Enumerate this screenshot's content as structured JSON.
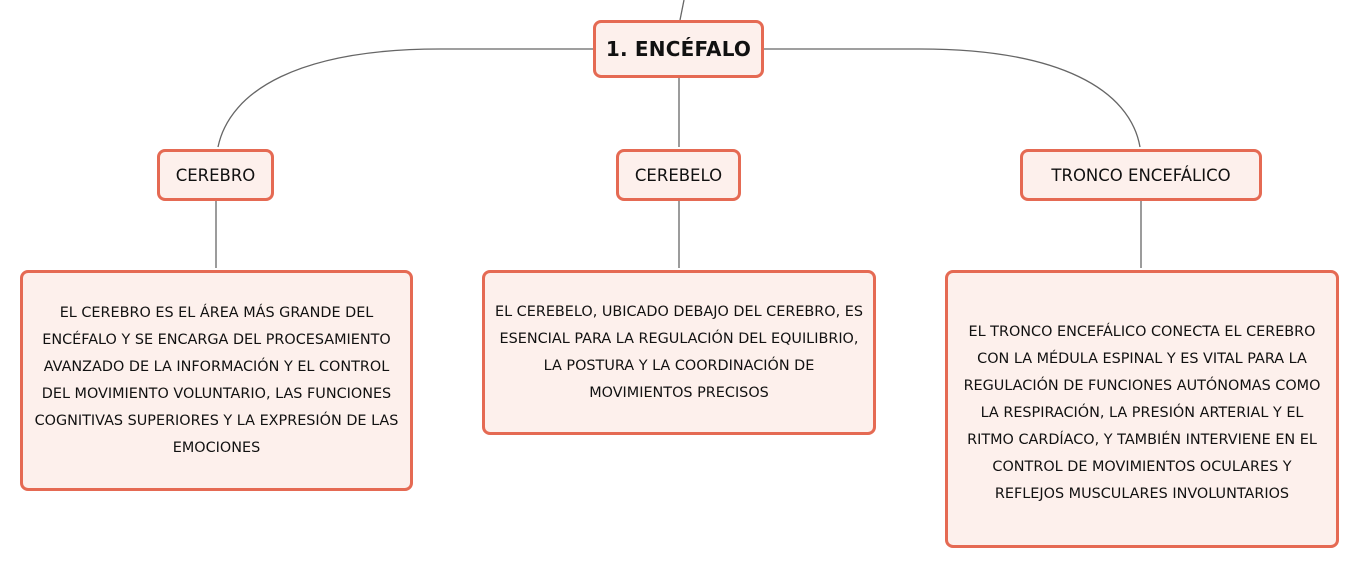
{
  "root": {
    "label": "1. ENCÉFALO"
  },
  "branches": [
    {
      "label": "CEREBRO",
      "description": "EL CEREBRO ES EL ÁREA MÁS GRANDE DEL ENCÉFALO Y SE ENCARGA DEL PROCESAMIENTO AVANZADO DE LA INFORMACIÓN Y EL CONTROL DEL MOVIMIENTO VOLUNTARIO, LAS FUNCIONES COGNITIVAS SUPERIORES Y LA EXPRESIÓN DE LAS EMOCIONES"
    },
    {
      "label": "CEREBELO",
      "description": "EL CEREBELO, UBICADO DEBAJO DEL CEREBRO, ES ESENCIAL PARA LA REGULACIÓN DEL EQUILIBRIO, LA POSTURA Y LA COORDINACIÓN DE MOVIMIENTOS PRECISOS"
    },
    {
      "label": "TRONCO ENCEFÁLICO",
      "description": "EL TRONCO ENCEFÁLICO CONECTA EL CEREBRO CON LA MÉDULA ESPINAL Y ES VITAL PARA LA REGULACIÓN DE FUNCIONES AUTÓNOMAS COMO LA RESPIRACIÓN, LA PRESIÓN ARTERIAL Y EL RITMO CARDÍACO, Y TAMBIÉN INTERVIENE EN EL CONTROL DE MOVIMIENTOS OCULARES Y REFLEJOS MUSCULARES INVOLUNTARIOS"
    }
  ],
  "colors": {
    "node_border": "#e56a53",
    "node_fill": "#fdf0ec",
    "connector": "#666666",
    "text": "#111111"
  }
}
